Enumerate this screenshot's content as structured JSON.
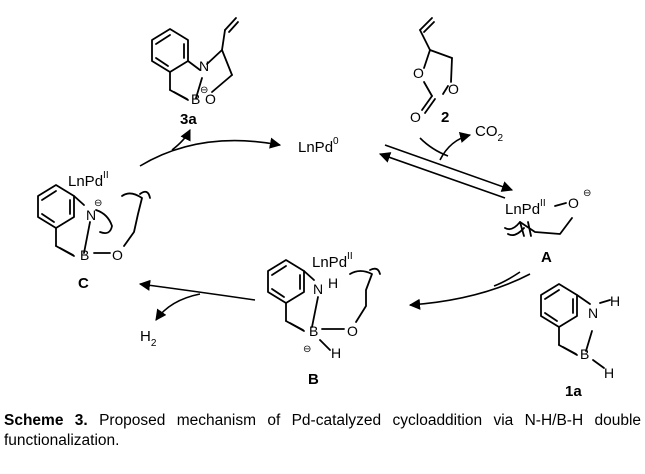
{
  "catalyst_label": "LnPd",
  "pd0_ox": "0",
  "pd2_ox": "II",
  "co2_label": "CO",
  "co2_sub": "2",
  "h2_label": "H",
  "h2_sub": "2",
  "atoms": {
    "N": "N",
    "B": "B",
    "O": "O",
    "H": "H"
  },
  "compounds": {
    "c2": "2",
    "c3a": "3a",
    "c1a": "1a",
    "intA": "A",
    "intB": "B",
    "intC": "C"
  },
  "caption": {
    "label": "Scheme 3.",
    "text": "Proposed mechanism of Pd-catalyzed cycloaddition via N-H/B-H double functionalization."
  }
}
